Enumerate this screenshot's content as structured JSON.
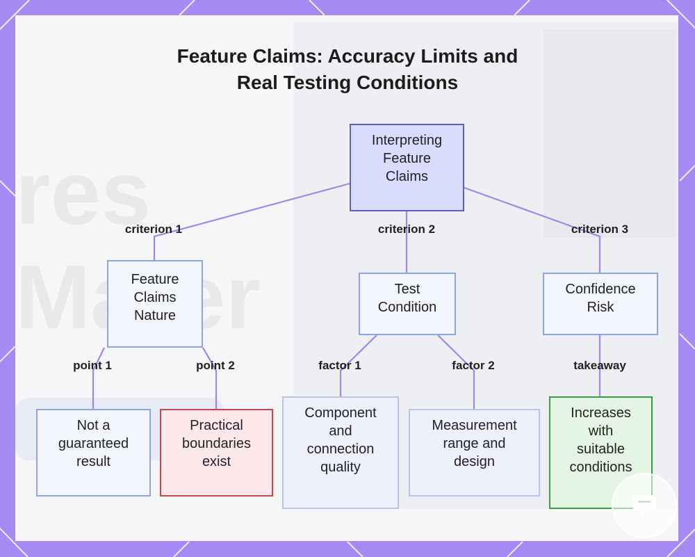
{
  "title": {
    "line1": "Feature Claims: Accuracy Limits and",
    "line2": "Real Testing Conditions"
  },
  "background_watermark": [
    "res",
    "Ma",
    "er"
  ],
  "nodes": {
    "root": [
      "Interpreting",
      "Feature",
      "Claims"
    ],
    "nature": [
      "Feature",
      "Claims",
      "Nature"
    ],
    "test": [
      "Test",
      "Condition"
    ],
    "risk": [
      "Confidence",
      "Risk"
    ],
    "guarantee": [
      "Not a",
      "guaranteed",
      "result"
    ],
    "boundaries": [
      "Practical",
      "boundaries",
      "exist"
    ],
    "component": [
      "Component",
      "and",
      "connection",
      "quality"
    ],
    "measurement": [
      "Measurement",
      "range and",
      "design"
    ],
    "increases": [
      "Increases",
      "with",
      "suitable",
      "conditions"
    ]
  },
  "edges": {
    "criterion1": "criterion 1",
    "criterion2": "criterion 2",
    "criterion3": "criterion 3",
    "point1": "point 1",
    "point2": "point 2",
    "factor1": "factor 1",
    "factor2": "factor 2",
    "takeaway": "takeaway"
  },
  "colors": {
    "frame": "#a58af3",
    "edge": "#a285e6",
    "root_fill": "#d9dcfc",
    "root_border": "#5660c8",
    "red_border": "#c8454f",
    "green_border": "#3d9a46"
  },
  "badge_icon": "chat-bubble-icon"
}
